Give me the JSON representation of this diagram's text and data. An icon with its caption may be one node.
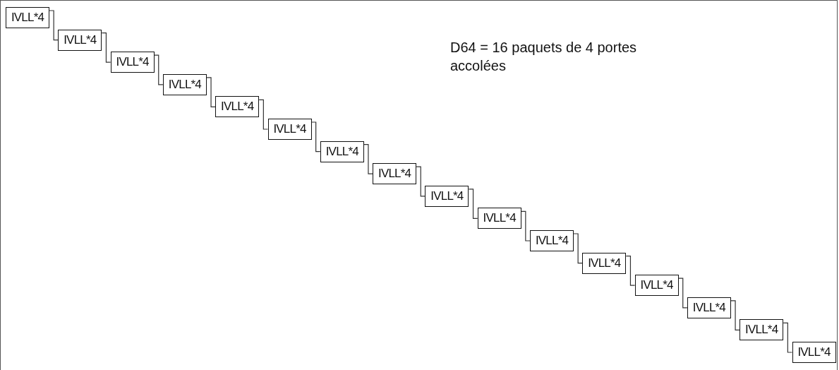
{
  "diagram": {
    "nodes": [
      {
        "text": [
          "IVLL*4"
        ]
      },
      {
        "text": [
          "IVLL*4"
        ]
      },
      {
        "text": [
          "IVLL*4"
        ]
      },
      {
        "text": [
          "IVLL*4"
        ]
      },
      {
        "text": [
          "IVLL*4"
        ]
      },
      {
        "text": [
          "IVLL*4"
        ]
      },
      {
        "text": [
          "IVLL*4"
        ]
      },
      {
        "text": [
          "IVLL*4"
        ]
      },
      {
        "text": [
          "IVLL*4"
        ]
      },
      {
        "text": [
          "IVLL*4"
        ]
      },
      {
        "text": [
          "IVLL*4"
        ]
      },
      {
        "text": [
          "IVLL*4"
        ]
      },
      {
        "text": [
          "IVLL*4"
        ]
      },
      {
        "text": [
          "IVLL*4"
        ]
      },
      {
        "text": [
          "IVLL*4"
        ]
      },
      {
        "text": [
          "IVLL*4"
        ]
      }
    ],
    "edges": [
      {
        "from": 0,
        "to": 1,
        "arrow": "none"
      },
      {
        "from": 1,
        "to": 2,
        "arrow": "none"
      },
      {
        "from": 2,
        "to": 3,
        "arrow": "none"
      },
      {
        "from": 3,
        "to": 4,
        "arrow": "none"
      },
      {
        "from": 4,
        "to": 5,
        "arrow": "none"
      },
      {
        "from": 5,
        "to": 6,
        "arrow": "none"
      },
      {
        "from": 6,
        "to": 7,
        "arrow": "none"
      },
      {
        "from": 7,
        "to": 8,
        "arrow": "none"
      },
      {
        "from": 8,
        "to": 9,
        "arrow": "none"
      },
      {
        "from": 9,
        "to": 10,
        "arrow": "none"
      },
      {
        "from": 10,
        "to": 11,
        "arrow": "none"
      },
      {
        "from": 11,
        "to": 12,
        "arrow": "none"
      },
      {
        "from": 12,
        "to": 13,
        "arrow": "none"
      },
      {
        "from": 13,
        "to": 14,
        "arrow": "none"
      },
      {
        "from": 14,
        "to": 15,
        "arrow": "none"
      }
    ],
    "labels": [
      "D64 = 16 paquets de 4 portes accolées"
    ]
  }
}
